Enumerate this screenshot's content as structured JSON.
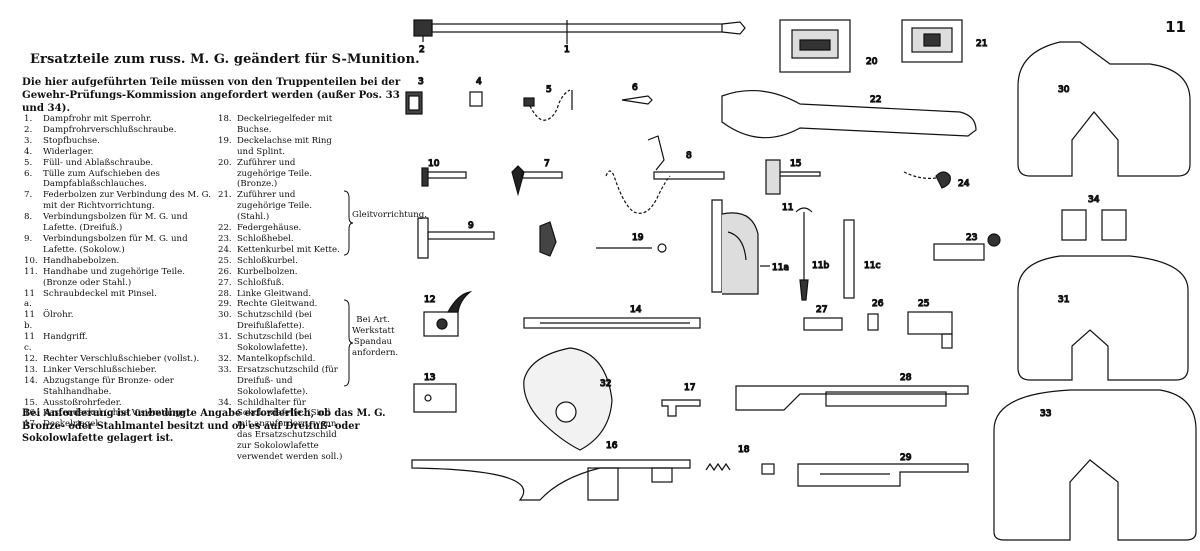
{
  "page_number": "11",
  "title": "Ersatzteile zum russ. M. G. geändert für S-Munition.",
  "intro": "Die hier aufgeführten Teile müssen von den Truppenteilen bei der Gewehr-Prüfungs-Kommission angefordert werden (außer Pos. 33 und 34).",
  "parts_col1": [
    {
      "num": "1.",
      "text": "Dampfrohr mit Sperrohr."
    },
    {
      "num": "2.",
      "text": "Dampfrohrverschlußschraube."
    },
    {
      "num": "3.",
      "text": "Stopfbuchse."
    },
    {
      "num": "4.",
      "text": "Widerlager."
    },
    {
      "num": "5.",
      "text": "Füll- und Ablaßschraube."
    },
    {
      "num": "6.",
      "text": "Tülle zum Aufschieben des Dampfablaßschlauches."
    },
    {
      "num": "7.",
      "text": "Federbolzen zur Verbindung des M. G. mit der Richtvorrichtung."
    },
    {
      "num": "8.",
      "text": "Verbindungsbolzen für M. G. und Lafette. (Dreifuß.)"
    },
    {
      "num": "9.",
      "text": "Verbindungsbolzen für M. G. und Lafette. (Sokolow.)"
    },
    {
      "num": "10.",
      "text": "Handhabebolzen."
    },
    {
      "num": "11.",
      "text": "Handhabe und zugehörige Teile. (Bronze oder Stahl.)"
    },
    {
      "num": "11 a.",
      "text": "Schraubdeckel mit Pinsel."
    },
    {
      "num": "11 b.",
      "text": "Ölrohr."
    },
    {
      "num": "11 c.",
      "text": "Handgriff."
    },
    {
      "num": "12.",
      "text": "Rechter Verschlußschieber (vollst.)."
    },
    {
      "num": "13.",
      "text": "Linker Verschlußschieber."
    },
    {
      "num": "14.",
      "text": "Abzugstange für Bronze- oder Stahlhandhabe."
    },
    {
      "num": "15.",
      "text": "Ausstoßrohrfeder."
    },
    {
      "num": "16.",
      "text": "Kastendeckel (ohne Visierstange)."
    },
    {
      "num": "17.",
      "text": "Deckelriegel."
    }
  ],
  "parts_col2": [
    {
      "num": "18.",
      "text": "Deckelriegelfeder mit Buchse."
    },
    {
      "num": "19.",
      "text": "Deckelachse mit Ring und Splint."
    },
    {
      "num": "20.",
      "text": "Zuführer und zugehörige Teile. (Bronze.)"
    },
    {
      "num": "21.",
      "text": "Zuführer und zugehörige Teile. (Stahl.)"
    },
    {
      "num": "22.",
      "text": "Federgehäuse."
    },
    {
      "num": "23.",
      "text": "Schloßhebel."
    },
    {
      "num": "24.",
      "text": "Kettenkurbel mit Kette."
    },
    {
      "num": "25.",
      "text": "Schloßkurbel."
    },
    {
      "num": "26.",
      "text": "Kurbelbolzen."
    },
    {
      "num": "27.",
      "text": "Schloßfuß."
    },
    {
      "num": "28.",
      "text": "Linke Gleitwand."
    },
    {
      "num": "29.",
      "text": "Rechte Gleitwand."
    },
    {
      "num": "30.",
      "text": "Schutzschild (bei Dreifußlafette)."
    },
    {
      "num": "31.",
      "text": "Schutzschild (bei Sokolowlafette)."
    },
    {
      "num": "32.",
      "text": "Mantelkopfschild."
    },
    {
      "num": "33.",
      "text": "Ersatzschutzschild (für Dreifuß- und Sokolowlafette)."
    },
    {
      "num": "34.",
      "text": "Schildhalter für Sokolowlafette. (Sind mit anzufordern, wenn das Ersatzschutzschild zur Sokolowlafette verwendet werden soll.)"
    }
  ],
  "note_gleit": "Gleitvorrichtung.",
  "note_werkstatt": "Bei Art. Werkstatt Spandau anfordern.",
  "footer": "Bei Anforderung ist unbedingte Angabe erforderlich, ob das M. G. Bronze- oder Stahlmantel besitzt und ob es auf Dreifuß- oder Sokolowlafette gelagert ist.",
  "figure_labels": [
    "1",
    "2",
    "3",
    "4",
    "5",
    "6",
    "7",
    "8",
    "9",
    "10",
    "11",
    "11a",
    "11b",
    "11c",
    "12",
    "13",
    "14",
    "15",
    "16",
    "17",
    "18",
    "19",
    "20",
    "21",
    "22",
    "23",
    "24",
    "25",
    "26",
    "27",
    "28",
    "29",
    "30",
    "31",
    "32",
    "33",
    "34"
  ],
  "colors": {
    "ink": "#111111",
    "paper": "#ffffff",
    "shade": "#d9d9d9"
  }
}
